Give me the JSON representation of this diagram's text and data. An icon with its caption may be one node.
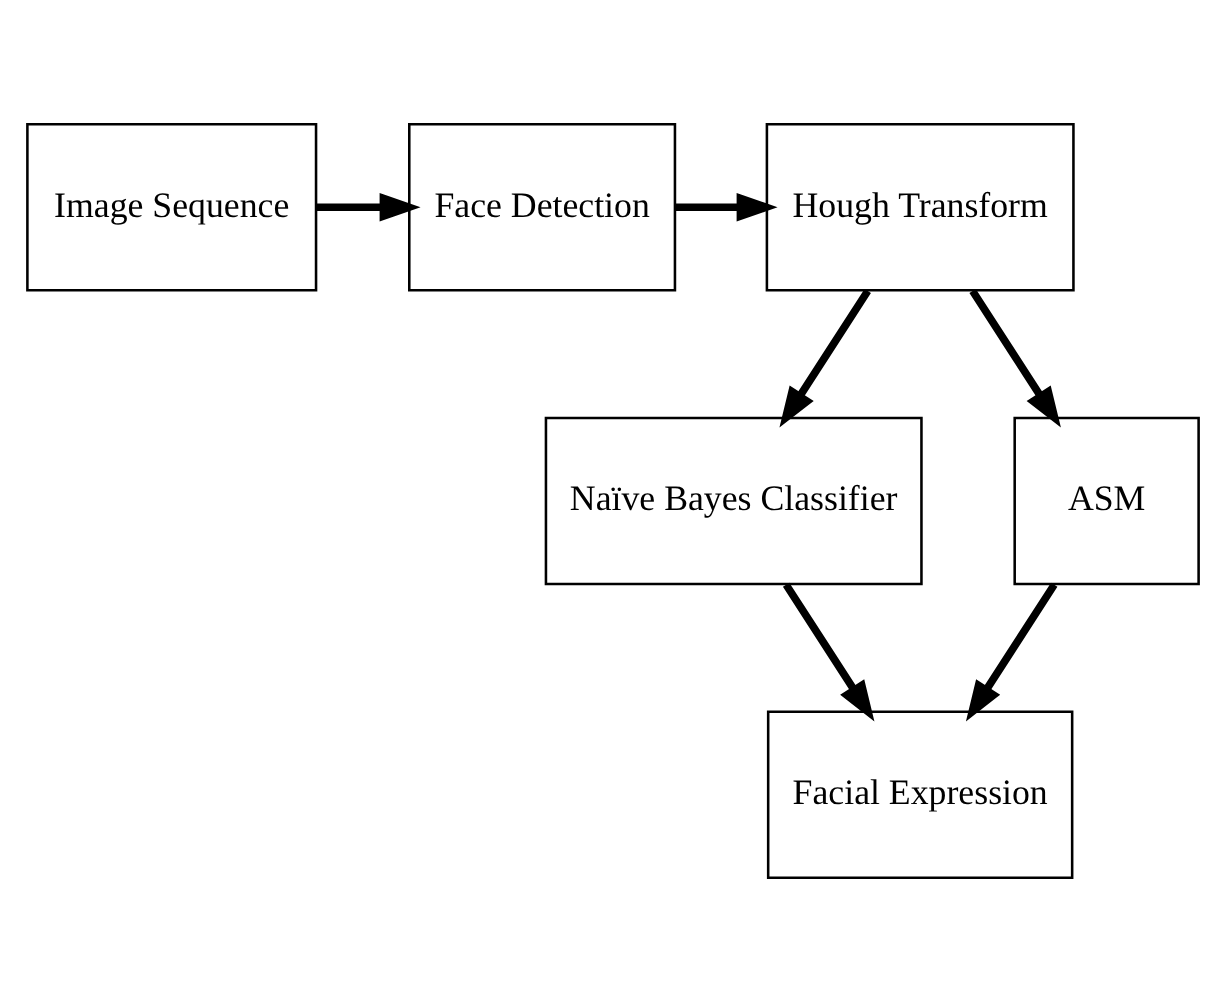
{
  "diagram": {
    "nodes": [
      {
        "text": [
          "Image Sequence"
        ]
      },
      {
        "text": [
          "Face Detection"
        ]
      },
      {
        "text": [
          "Hough Transform"
        ]
      },
      {
        "text": [
          "Naïve Bayes Classifier"
        ]
      },
      {
        "text": [
          "ASM"
        ]
      },
      {
        "text": [
          "Facial Expression"
        ]
      }
    ],
    "edges": [
      {
        "from": 0,
        "to": 1,
        "arrow": "to"
      },
      {
        "from": 1,
        "to": 2,
        "arrow": "to"
      },
      {
        "from": 2,
        "to": 3,
        "arrow": "to"
      },
      {
        "from": 2,
        "to": 4,
        "arrow": "to"
      },
      {
        "from": 3,
        "to": 5,
        "arrow": "to"
      },
      {
        "from": 4,
        "to": 5,
        "arrow": "to"
      }
    ]
  }
}
